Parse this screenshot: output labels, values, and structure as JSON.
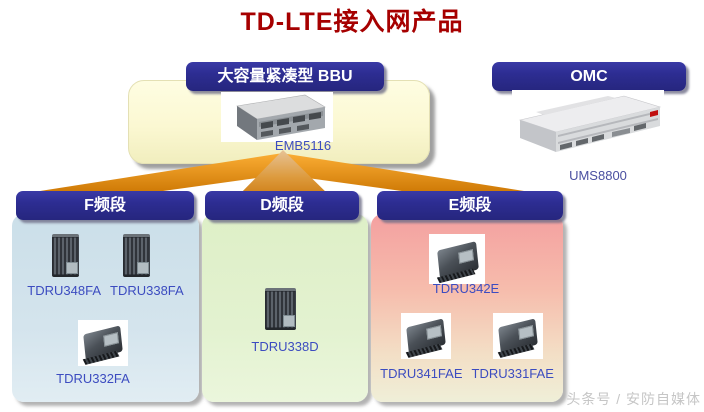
{
  "title": "TD-LTE接入网产品",
  "bbu": {
    "header": "大容量紧凑型 BBU",
    "model": "EMB5116"
  },
  "omc": {
    "header": "OMC",
    "model": "UMS8800"
  },
  "bands": {
    "f": {
      "header": "F频段",
      "devices": [
        "TDRU348FA",
        "TDRU338FA",
        "TDRU332FA"
      ]
    },
    "d": {
      "header": "D频段",
      "devices": [
        "TDRU338D"
      ]
    },
    "e": {
      "header": "E频段",
      "devices": [
        "TDRU342E",
        "TDRU341FAE",
        "TDRU331FAE"
      ]
    }
  },
  "watermark": "头条号 / 安防自媒体",
  "colors": {
    "title_red": "#A60000",
    "header_blue": "#2D2D92",
    "model_label_blue": "#3C4CC0",
    "arrow_orange": "#E18A0E",
    "bbu_panel_cream": "#FBF8D2",
    "band_f_blue": "#CBDFE9",
    "band_d_green": "#DEEFC7",
    "band_e_pink": "#F4A0A0",
    "watermark_gray": "#C6C6C6"
  }
}
